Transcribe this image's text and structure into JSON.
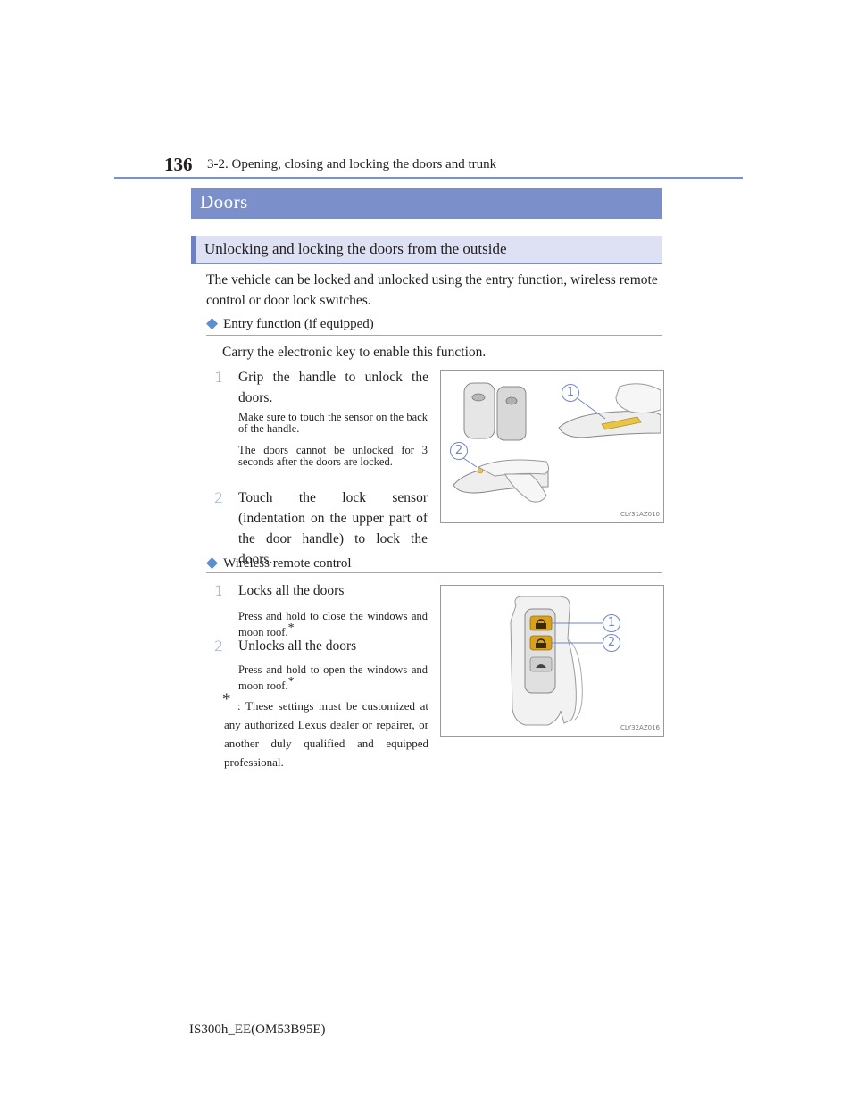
{
  "header": {
    "page_number": "136",
    "chapter": "3-2. Opening, closing and locking the doors and trunk"
  },
  "section": {
    "title": "Doors"
  },
  "subsection": {
    "title": "Unlocking and locking the doors from the outside"
  },
  "intro": "The vehicle can be locked and unlocked using the entry function, wireless remote control or door lock switches.",
  "entry": {
    "heading": "Entry function (if equipped)",
    "lead": "Carry the electronic key to enable this function.",
    "steps": [
      {
        "num": "1",
        "text": "Grip the handle to unlock the doors.",
        "notes": [
          "Make sure to touch the sensor on the back of the handle.",
          "The doors cannot be unlocked for 3 seconds after the doors are locked."
        ]
      },
      {
        "num": "2",
        "text": "Touch the lock sensor (indentation on the upper part of the door handle) to lock the doors."
      }
    ],
    "figure": {
      "code": "CLY31AZ010",
      "callouts": [
        "1",
        "2"
      ]
    }
  },
  "remote": {
    "heading": "Wireless remote control",
    "steps": [
      {
        "num": "1",
        "text": "Locks all the doors",
        "note": "Press and hold to close the windows and moon roof.",
        "mark": "*"
      },
      {
        "num": "2",
        "text": "Unlocks all the doors",
        "note": "Press and hold to open the windows and moon roof.",
        "mark": "*"
      }
    ],
    "footnote_mark": "*",
    "footnote": ": These settings must be customized at any authorized Lexus dealer or repairer, or another duly qualified and equipped professional.",
    "figure": {
      "code": "CLY32AZ016",
      "callouts": [
        "1",
        "2"
      ]
    }
  },
  "footer": {
    "model_code": "IS300h_EE(OM53B95E)"
  }
}
